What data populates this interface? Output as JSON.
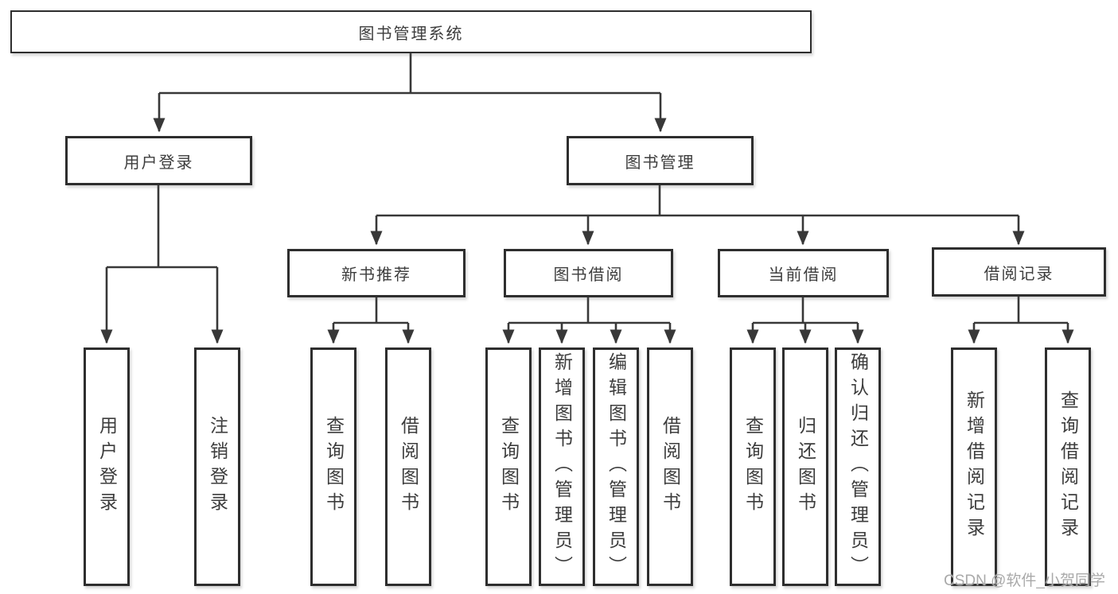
{
  "colors": {
    "line": "#383838",
    "box-border": "#2e2e2e",
    "text": "#3d3d3d",
    "watermark": "#a9a9a9",
    "bg": "#ffffff"
  },
  "diagram": {
    "root": {
      "label": "图书管理系统"
    },
    "branches": [
      {
        "label": "用户登录",
        "children": [
          {
            "label": "用户登录"
          },
          {
            "label": "注销登录"
          }
        ]
      },
      {
        "label": "图书管理",
        "children": [
          {
            "label": "新书推荐",
            "children": [
              {
                "label": "查询图书"
              },
              {
                "label": "借阅图书"
              }
            ]
          },
          {
            "label": "图书借阅",
            "children": [
              {
                "label": "查询图书"
              },
              {
                "label": "新增图书（管理员）"
              },
              {
                "label": "编辑图书（管理员）"
              },
              {
                "label": "借阅图书"
              }
            ]
          },
          {
            "label": "当前借阅",
            "children": [
              {
                "label": "查询图书"
              },
              {
                "label": "归还图书"
              },
              {
                "label": "确认归还（管理员）"
              }
            ]
          },
          {
            "label": "借阅记录",
            "children": [
              {
                "label": "新增借阅记录"
              },
              {
                "label": "查询借阅记录"
              }
            ]
          }
        ]
      }
    ]
  },
  "watermark": {
    "text": "CSDN @软件_小贺同学"
  }
}
